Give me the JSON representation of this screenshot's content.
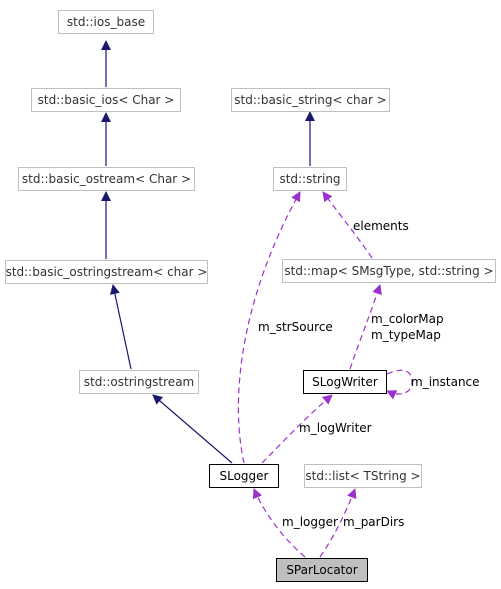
{
  "nodes": {
    "ios_base": "std::ios_base",
    "basic_ios": "std::basic_ios< Char >",
    "basic_ostream": "std::basic_ostream< Char >",
    "basic_ostringstream": "std::basic_ostringstream< char >",
    "ostringstream": "std::ostringstream",
    "basic_string": "std::basic_string< char >",
    "string": "std::string",
    "map": "std::map< SMsgType, std::string >",
    "slogwriter": "SLogWriter",
    "slogger": "SLogger",
    "list": "std::list< TString >",
    "sparlocator": "SParLocator"
  },
  "edge_labels": {
    "elements": "elements",
    "m_strSource": "m_strSource",
    "m_colorMap": "m_colorMap",
    "m_typeMap": "m_typeMap",
    "m_instance": "m_instance",
    "m_logWriter": "m_logWriter",
    "m_logger": "m_logger",
    "m_parDirs": "m_parDirs"
  },
  "colors": {
    "inheritance": "#191970",
    "usage": "#9a32cd",
    "node_border": "#bfbfbf",
    "current_fill": "#bfbfbf"
  }
}
